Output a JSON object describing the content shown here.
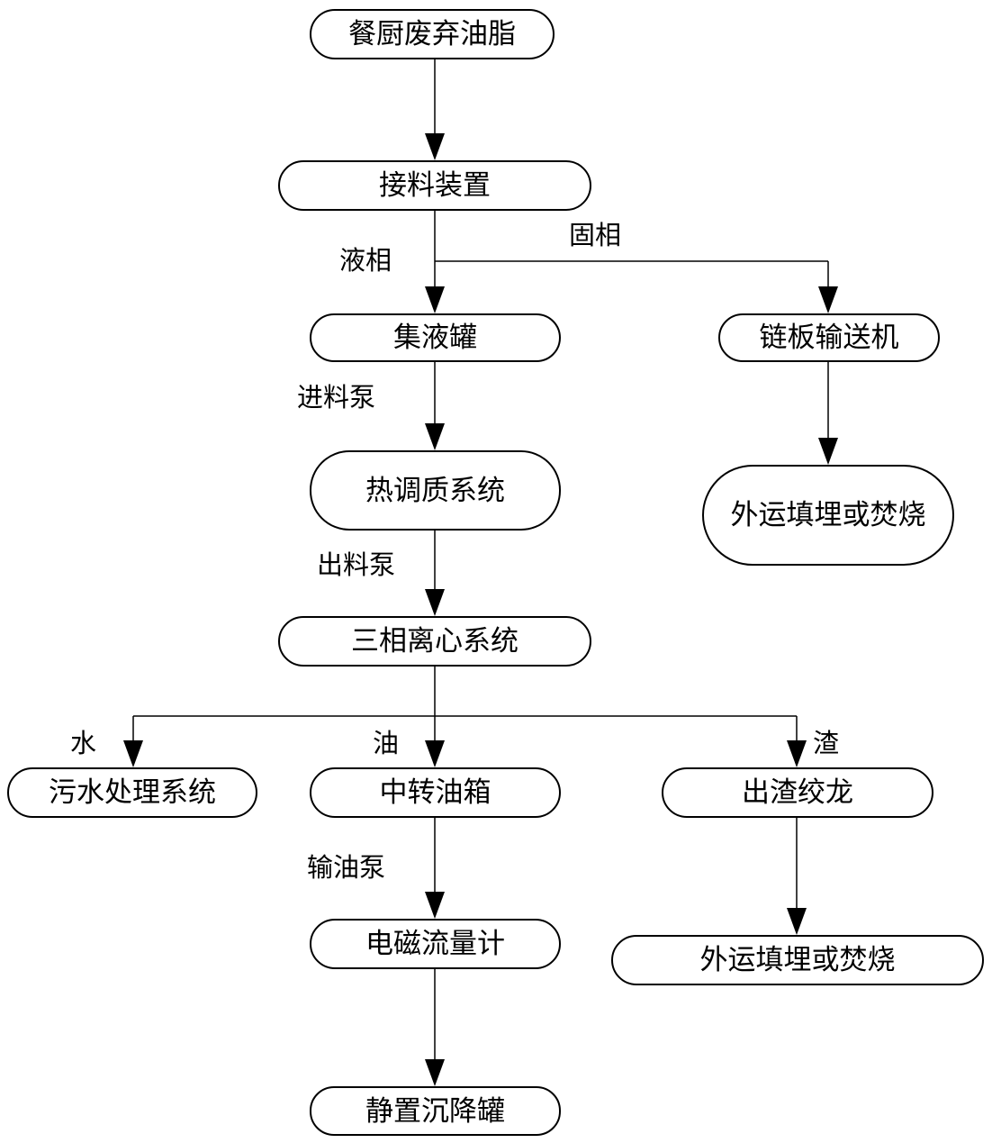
{
  "nodes": {
    "kitchen_waste_oil": "餐厨废弃油脂",
    "receiving_device": "接料装置",
    "liquid_collection_tank": "集液罐",
    "chain_conveyor": "链板输送机",
    "thermal_conditioning": "热调质系统",
    "landfill_or_incinerate_1": "外运填埋或焚烧",
    "three_phase_centrifuge": "三相离心系统",
    "wastewater_treatment": "污水处理系统",
    "transfer_oil_tank": "中转油箱",
    "slag_auger": "出渣绞龙",
    "electromagnetic_flowmeter": "电磁流量计",
    "landfill_or_incinerate_2": "外运填埋或焚烧",
    "settling_tank": "静置沉降罐"
  },
  "edges": {
    "liquid_phase": "液相",
    "solid_phase": "固相",
    "feed_pump": "进料泵",
    "discharge_pump": "出料泵",
    "water": "水",
    "oil": "油",
    "slag": "渣",
    "oil_pump": "输油泵"
  },
  "colors": {
    "line": "#000000",
    "node_fill": "#ffffff"
  }
}
